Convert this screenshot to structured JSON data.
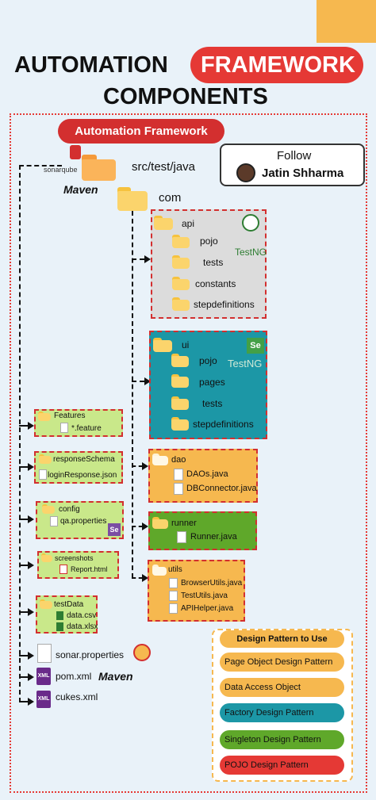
{
  "header": {
    "title_part1": "AUTOMATION",
    "title_highlight": "FRAMEWORK",
    "title_line2": "COMPONENTS"
  },
  "tag": "Automation Framework",
  "follow": {
    "label": "Follow",
    "name": "Jatin Shharma"
  },
  "root": {
    "sonar_label": "sonarqube",
    "maven_label": "Maven",
    "src_label": "src/test/java",
    "com_label": "com"
  },
  "api": {
    "name": "api",
    "children": [
      "pojo",
      "tests",
      "constants",
      "stepdefinitions"
    ],
    "testng": "TestNG"
  },
  "ui": {
    "name": "ui",
    "children": [
      "pojo",
      "pages",
      "tests",
      "stepdefinitions"
    ],
    "testng": "TestNG",
    "se": "Se"
  },
  "dao": {
    "name": "dao",
    "files": [
      "DAOs.java",
      "DBConnector.java"
    ]
  },
  "runner": {
    "name": "runner",
    "files": [
      "Runner.java"
    ]
  },
  "utils": {
    "name": "utils",
    "files": [
      "BrowserUtils.java",
      "TestUtils.java",
      "APIHelper.java"
    ]
  },
  "features": {
    "name": "Features",
    "files": [
      "*.feature"
    ]
  },
  "response": {
    "name": "responseSchema",
    "files": [
      "loginResponse.json"
    ]
  },
  "config": {
    "name": "config",
    "files": [
      "qa.properties"
    ],
    "se": "Se"
  },
  "screenshots": {
    "name": "screenshots",
    "files": [
      "Report.html"
    ]
  },
  "testdata": {
    "name": "testData",
    "files": [
      "data.csv",
      "data.xlsx"
    ]
  },
  "rootfiles": {
    "sonar_props": "sonar.properties",
    "pom": "pom.xml",
    "cukes": "cukes.xml",
    "xml_badge": "XML",
    "maven2": "Maven"
  },
  "legend": {
    "title": "Design Pattern to Use",
    "items": [
      {
        "label": "Page Object Design Pattern",
        "color": "#f6b84f"
      },
      {
        "label": "Data Access Object",
        "color": "#f6b84f"
      },
      {
        "label": "Factory Design Pattern",
        "color": "#1c97a6"
      },
      {
        "label": "Singleton Design Pattern",
        "color": "#5fa82a"
      },
      {
        "label": "POJO Design Pattern",
        "color": "#e53935"
      }
    ]
  },
  "colors": {
    "api_bg": "#dcdcdc",
    "ui_bg": "#1c97a6",
    "orange_bg": "#f6b84f",
    "green_bg": "#5fa82a",
    "lightgreen_bg": "#c9e88a",
    "frame": "#e53935"
  }
}
